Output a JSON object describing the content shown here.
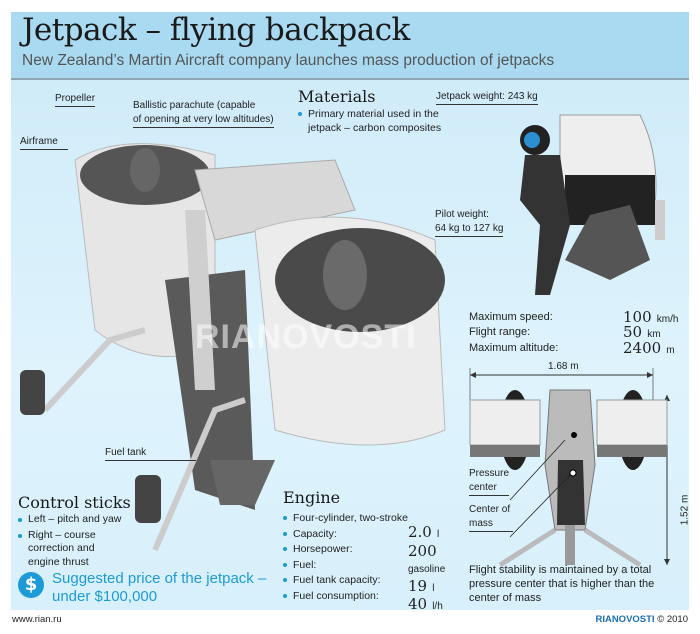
{
  "header": {
    "title": "Jetpack – flying backpack",
    "subtitle": "New Zealand’s Martin Aircraft company launches mass production of jetpacks"
  },
  "labels": {
    "propeller": "Propeller",
    "parachute_1": "Ballistic parachute (capable",
    "parachute_2": "of opening at very low altitudes)",
    "airframe": "Airframe",
    "fuel_tank": "Fuel tank",
    "jetpack_weight": "Jetpack weight: 243 kg",
    "pilot_weight_1": "Pilot weight:",
    "pilot_weight_2": "64 kg to 127 kg",
    "width": "1.68 m",
    "height": "1.52 m",
    "pressure_center_1": "Pressure",
    "pressure_center_2": "center",
    "center_mass_1": "Center of",
    "center_mass_2": "mass"
  },
  "materials": {
    "heading": "Materials",
    "items": [
      "Primary material used in the jetpack – carbon composites"
    ]
  },
  "stats": [
    {
      "label": "Maximum speed:",
      "value": "100",
      "unit": "km/h"
    },
    {
      "label": "Flight range:",
      "value": "50",
      "unit": "km"
    },
    {
      "label": "Maximum altitude:",
      "value": "2400",
      "unit": "m"
    }
  ],
  "stability_note": "Flight stability is maintained by a total pressure center that is higher than the center of mass",
  "control_sticks": {
    "heading": "Control sticks",
    "items": [
      "Left – pitch and yaw",
      "Right – course correction and engine thrust"
    ]
  },
  "price": {
    "icon": "dollar-icon",
    "symbol": "$",
    "line1": "Suggested price of the jetpack –",
    "line2": "under $100,000"
  },
  "engine": {
    "heading": "Engine",
    "items": [
      {
        "label": "Four-cylinder, two-stroke",
        "value": "",
        "unit": ""
      },
      {
        "label": "Capacity:",
        "value": "2.0",
        "unit": "l"
      },
      {
        "label": "Horsepower:",
        "value": "200",
        "unit": ""
      },
      {
        "label": "Fuel:",
        "value": "",
        "unit": "gasoline"
      },
      {
        "label": "Fuel tank capacity:",
        "value": "19",
        "unit": "l"
      },
      {
        "label": "Fuel consumption:",
        "value": "40",
        "unit": "l/h"
      }
    ]
  },
  "footer": {
    "url": "www.rian.ru",
    "brand": "RIANOVOSTI",
    "copyright": "© 2010"
  },
  "watermark": "RIANOVOSTI",
  "colors": {
    "accent": "#1c9bd6",
    "header_bg": "#a9daf2"
  }
}
